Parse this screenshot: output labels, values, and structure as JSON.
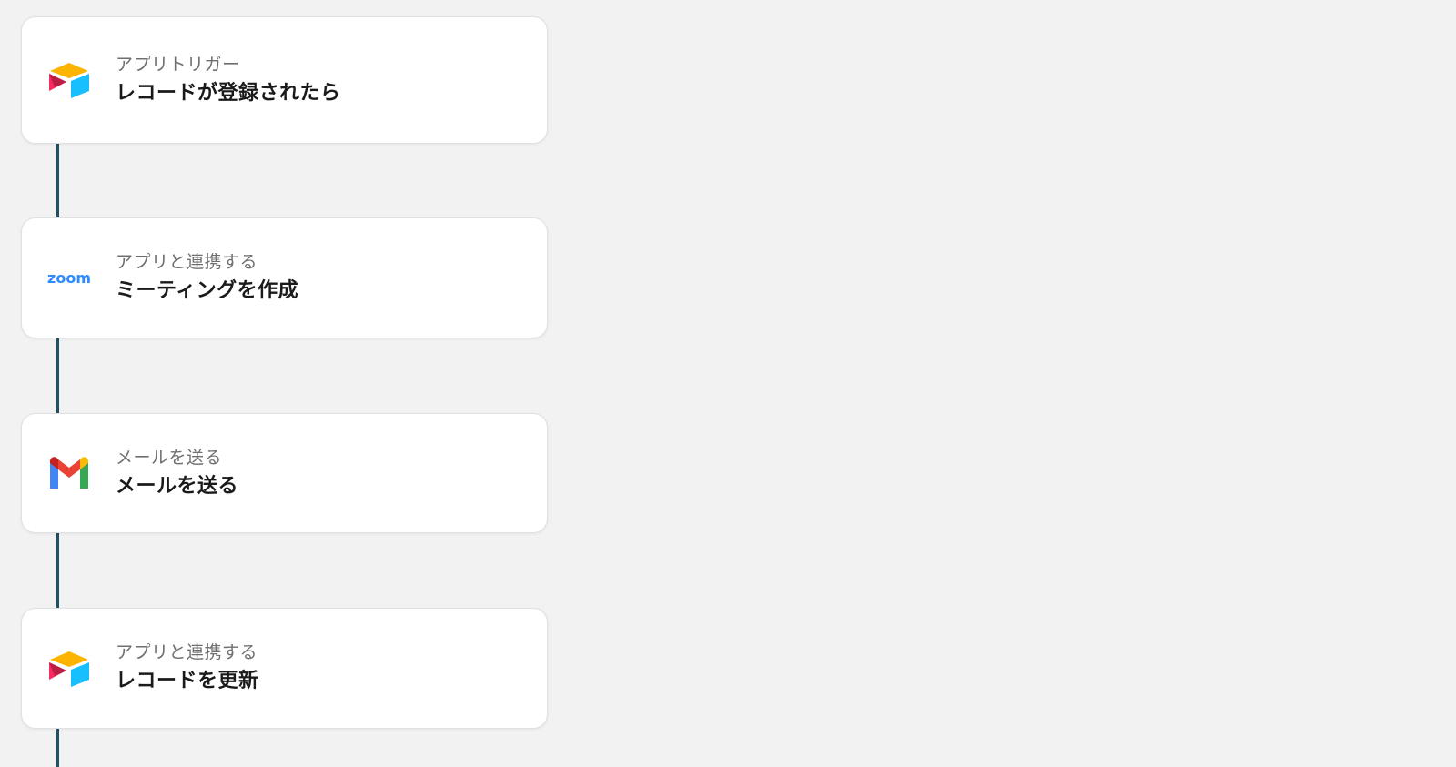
{
  "flow": {
    "steps": [
      {
        "app_icon": "airtable-icon",
        "kind": "アプリトリガー",
        "title": "レコードが登録されたら"
      },
      {
        "app_icon": "zoom-icon",
        "app_logo_text": "zoom",
        "kind": "アプリと連携する",
        "title": "ミーティングを作成"
      },
      {
        "app_icon": "gmail-icon",
        "kind": "メールを送る",
        "title": "メールを送る"
      },
      {
        "app_icon": "airtable-icon",
        "kind": "アプリと連携する",
        "title": "レコードを更新"
      }
    ]
  },
  "colors": {
    "background": "#f2f2f2",
    "connector": "#1d5166",
    "card": "#ffffff",
    "zoom_blue": "#2d8cff"
  }
}
